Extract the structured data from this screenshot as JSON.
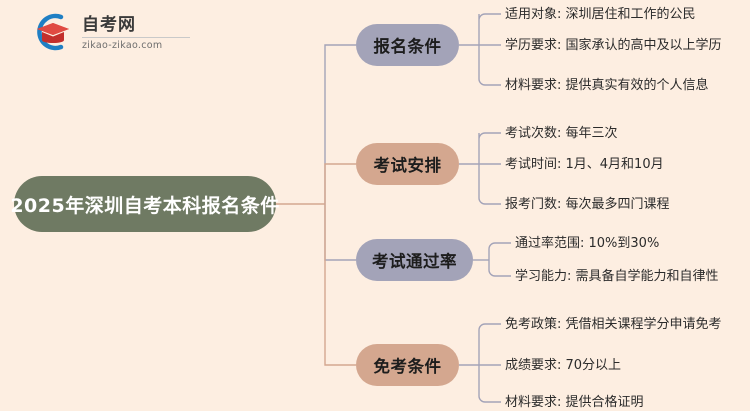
{
  "logo": {
    "name_cn": "自考网",
    "name_en": "zikao-zikao.com",
    "mark_icon": "graduation-cap-icon",
    "arc_color": "#1f7fc4",
    "cap_color": "#d63b36"
  },
  "colors": {
    "background": "#fdeee1",
    "root": "#6f7a63",
    "lavender": "#a3a3b8",
    "tan": "#d4a78f",
    "leaf_text": "#2b2b2b",
    "root_text": "#ffffff"
  },
  "mindmap": {
    "root": {
      "label": "2025年深圳自考本科报名条件"
    },
    "branches": [
      {
        "label": "报名条件",
        "color": "#a3a3b8",
        "leaves": [
          "适用对象: 深圳居住和工作的公民",
          "学历要求: 国家承认的高中及以上学历",
          "材料要求: 提供真实有效的个人信息"
        ]
      },
      {
        "label": "考试安排",
        "color": "#d4a78f",
        "leaves": [
          "考试次数: 每年三次",
          "考试时间: 1月、4月和10月",
          "报考门数: 每次最多四门课程"
        ]
      },
      {
        "label": "考试通过率",
        "color": "#a3a3b8",
        "leaves": [
          "通过率范围: 10%到30%",
          "学习能力: 需具备自学能力和自律性"
        ]
      },
      {
        "label": "免考条件",
        "color": "#d4a78f",
        "leaves": [
          "免考政策: 凭借相关课程学分申请免考",
          "成绩要求: 70分以上",
          "材料要求: 提供合格证明"
        ]
      }
    ]
  }
}
